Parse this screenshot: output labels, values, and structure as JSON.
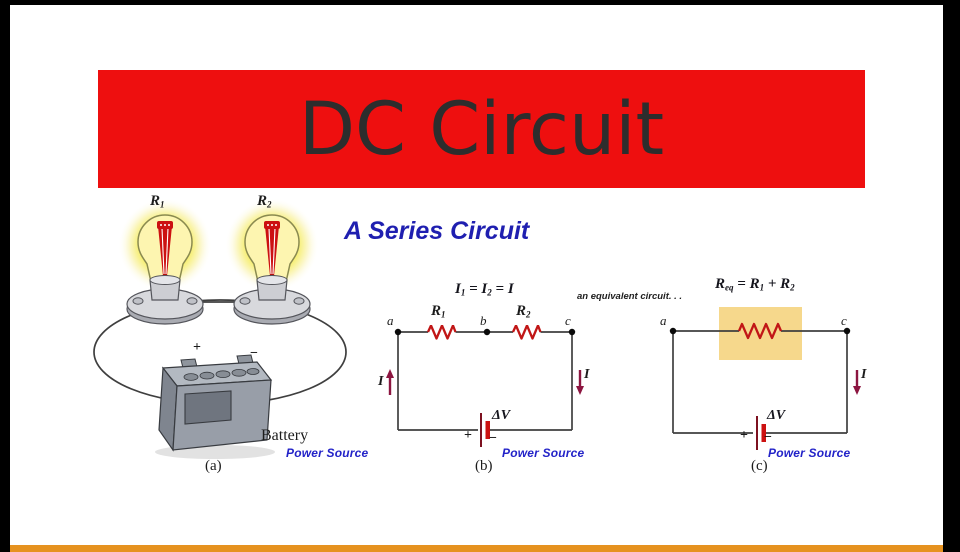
{
  "colors": {
    "banner_red": "#ee0f0f",
    "title_text": "#2d2d2d",
    "accent_blue": "#1f1fb0",
    "resistor_red": "#c11616",
    "arrow_maroon": "#8c1540",
    "highlight_yellow": "#f6d88c",
    "footer_orange": "#e6921f",
    "wire_gray": "#3f3f3f"
  },
  "banner": {
    "title": "DC Circuit"
  },
  "section": {
    "subtitle": "A Series Circuit",
    "equiv_note": "an equivalent circuit. . ."
  },
  "diagram_a": {
    "bulb1": {
      "base": "R",
      "sub": "1"
    },
    "bulb2": {
      "base": "R",
      "sub": "2"
    },
    "plus": "+",
    "minus": "−",
    "battery": "Battery",
    "power_source": "Power Source",
    "caption": "(a)"
  },
  "diagram_b": {
    "equation": {
      "i1": "I",
      "s1": "1",
      "eq1": " = ",
      "i2": "I",
      "s2": "2",
      "eq2": " = ",
      "i3": "I"
    },
    "r1": {
      "base": "R",
      "sub": "1"
    },
    "r2": {
      "base": "R",
      "sub": "2"
    },
    "nodes": {
      "a": "a",
      "b": "b",
      "c": "c"
    },
    "current_left": "I",
    "current_right": "I",
    "delta_v": "ΔV",
    "plus": "+",
    "minus": "−",
    "power_source": "Power Source",
    "caption": "(b)"
  },
  "diagram_c": {
    "equation": {
      "r": "R",
      "rsub": "eq",
      "eq": " = ",
      "r1": "R",
      "s1": "1",
      "plus": " + ",
      "r2": "R",
      "s2": "2"
    },
    "nodes": {
      "a": "a",
      "c": "c"
    },
    "current_right": "I",
    "delta_v": "ΔV",
    "plus": "+",
    "minus": "−",
    "power_source": "Power Source",
    "caption": "(c)"
  }
}
